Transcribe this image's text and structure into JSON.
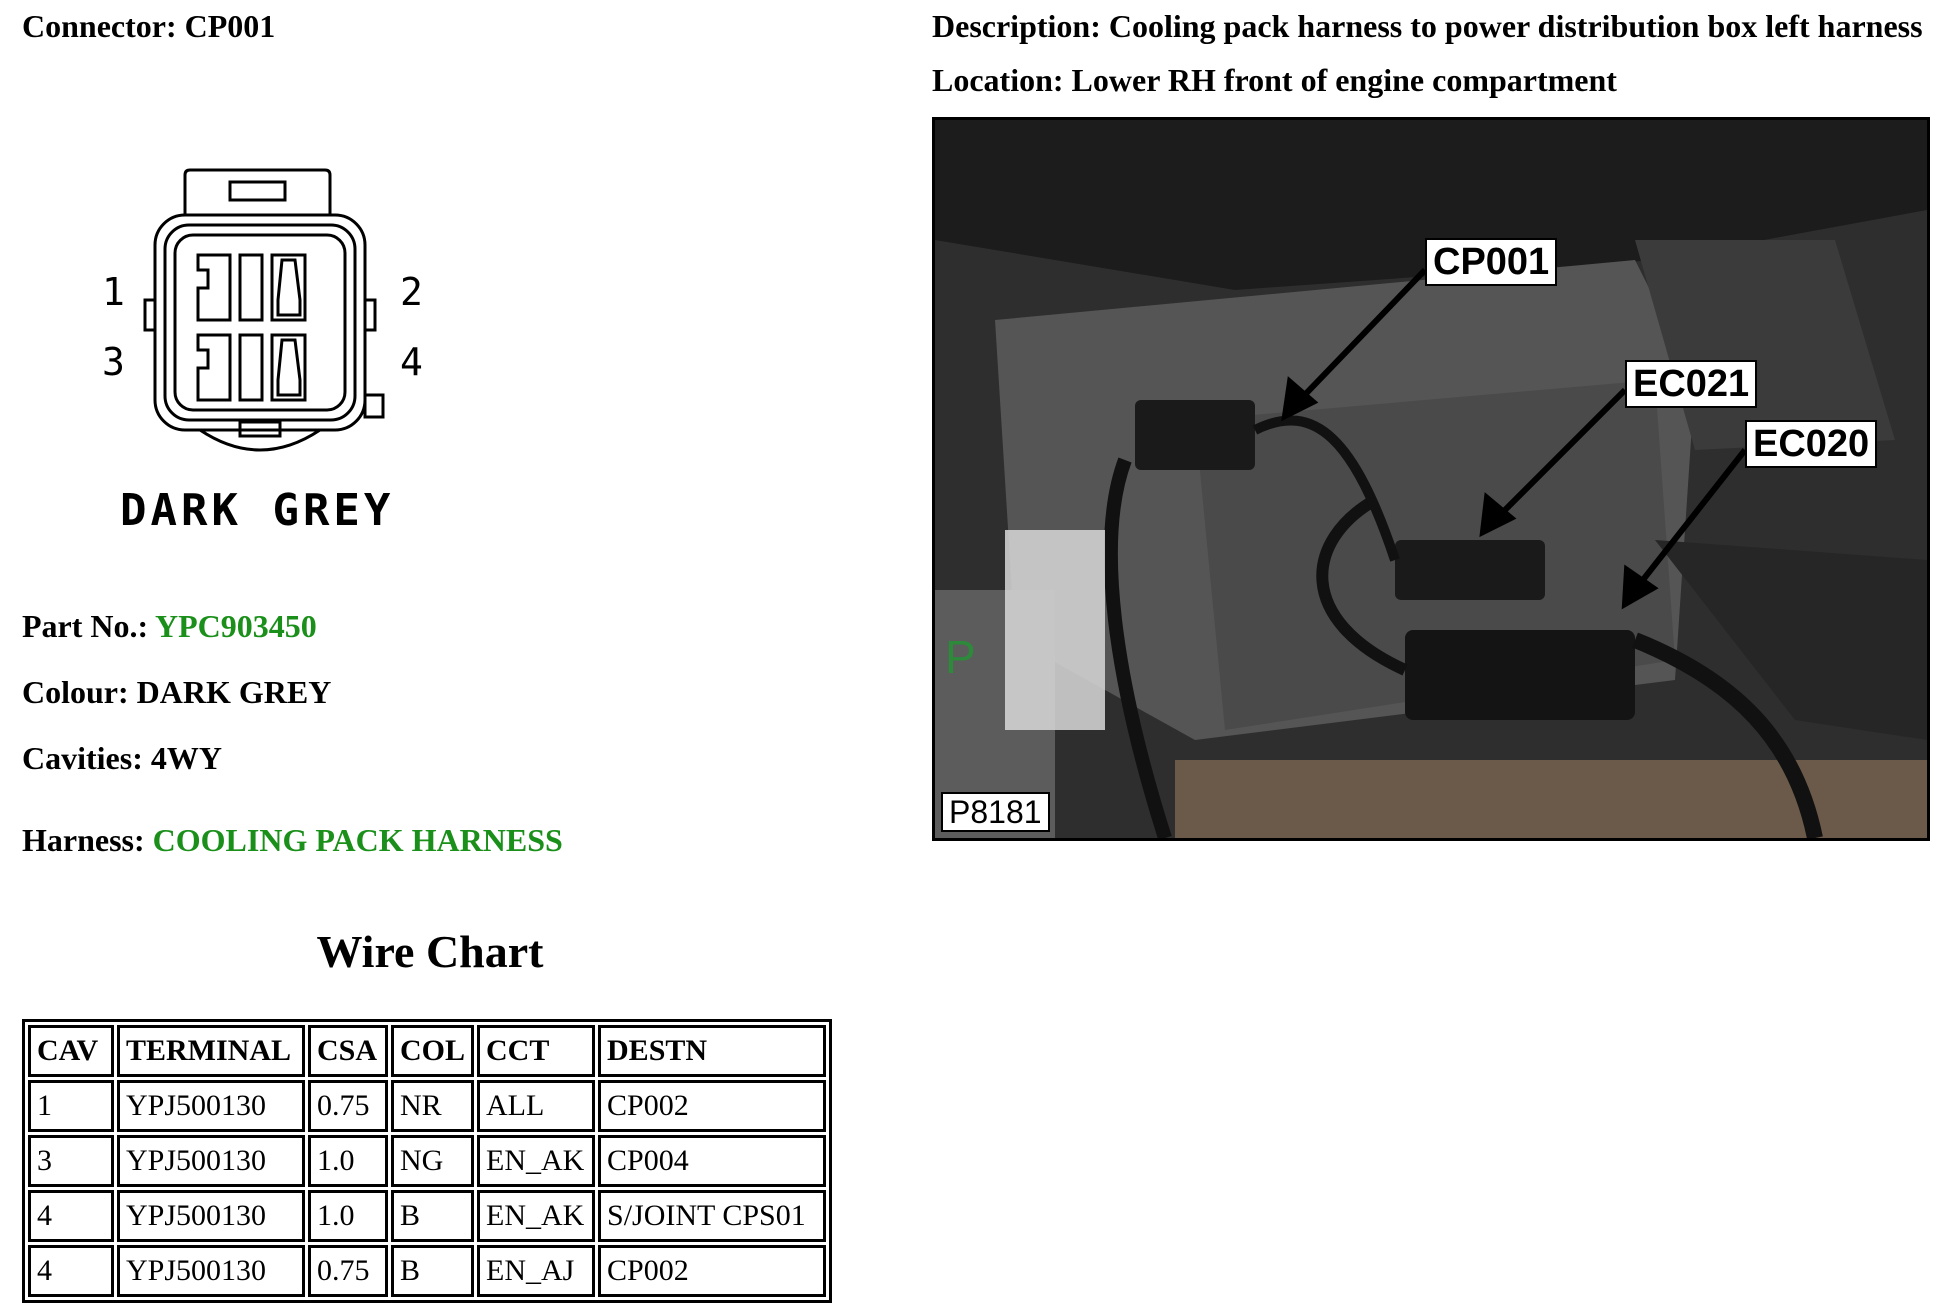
{
  "connector": {
    "label": "Connector:",
    "value": "CP001"
  },
  "description": {
    "label": "Description:",
    "value": "Cooling pack harness to power distribution box left harness"
  },
  "location": {
    "label": "Location:",
    "value": "Lower RH front of engine compartment"
  },
  "diagram": {
    "pins": [
      "1",
      "2",
      "3",
      "4"
    ],
    "colour_caption": "DARK GREY"
  },
  "part_no": {
    "label": "Part No.:",
    "value": "YPC903450"
  },
  "colour": {
    "label": "Colour:",
    "value": "DARK GREY"
  },
  "cavities": {
    "label": "Cavities:",
    "value": "4WY"
  },
  "harness": {
    "label": "Harness:",
    "value": "COOLING PACK HARNESS"
  },
  "photo": {
    "callouts": [
      "CP001",
      "EC021",
      "EC020"
    ],
    "id": "P8181",
    "marker": "P"
  },
  "wire_chart": {
    "title": "Wire Chart",
    "headers": [
      "CAV",
      "TERMINAL",
      "CSA",
      "COL",
      "CCT",
      "DESTN"
    ],
    "rows": [
      [
        "1",
        "YPJ500130",
        "0.75",
        "NR",
        "ALL",
        "CP002"
      ],
      [
        "3",
        "YPJ500130",
        "1.0",
        "NG",
        "EN_AK",
        "CP004"
      ],
      [
        "4",
        "YPJ500130",
        "1.0",
        "B",
        "EN_AK",
        "S/JOINT CPS01"
      ],
      [
        "4",
        "YPJ500130",
        "0.75",
        "B",
        "EN_AJ",
        "CP002"
      ]
    ]
  },
  "colors": {
    "link_green": "#1a8f1a"
  }
}
